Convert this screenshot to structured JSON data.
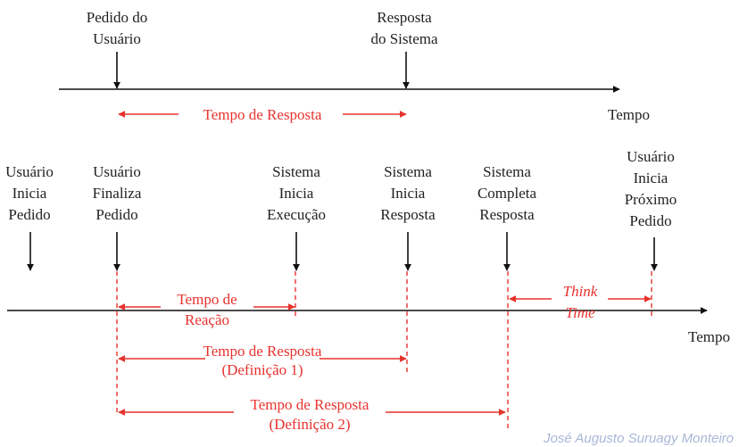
{
  "colors": {
    "line": "#111111",
    "accent": "#e8322d",
    "watermark": "#a9b6d6"
  },
  "top": {
    "pedido": [
      "Pedido do",
      "Usuário"
    ],
    "resposta": [
      "Resposta",
      "do Sistema"
    ],
    "axis_label": "Tempo",
    "interval": "Tempo de Resposta"
  },
  "bottom": {
    "events": [
      {
        "lines": [
          "Usuário",
          "Inicia",
          "Pedido"
        ]
      },
      {
        "lines": [
          "Usuário",
          "Finaliza",
          "Pedido"
        ]
      },
      {
        "lines": [
          "Sistema",
          "Inicia",
          "Execução"
        ]
      },
      {
        "lines": [
          "Sistema",
          "Inicia",
          "Resposta"
        ]
      },
      {
        "lines": [
          "Sistema",
          "Completa",
          "Resposta"
        ]
      },
      {
        "lines": [
          "Usuário",
          "Inicia",
          "Próximo",
          "Pedido"
        ]
      }
    ],
    "axis_label": "Tempo",
    "reacao": [
      "Tempo de",
      "Reação"
    ],
    "think": [
      "Think",
      "Time"
    ],
    "def1": [
      "Tempo de Resposta",
      "(Definição 1)"
    ],
    "def2": [
      "Tempo de Resposta",
      "(Definição 2)"
    ]
  },
  "watermark": "José Augusto Suruagy Monteiro"
}
